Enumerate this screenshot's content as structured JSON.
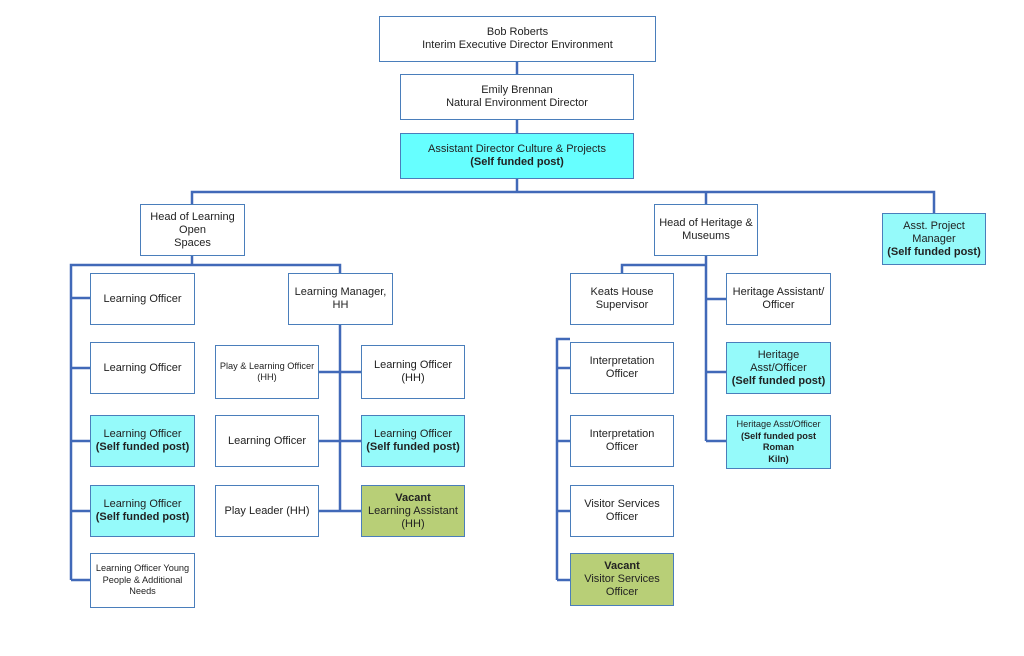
{
  "top": {
    "exec": {
      "name": "Bob Roberts",
      "title": "Interim Executive Director Environment"
    },
    "director": {
      "name": "Emily Brennan",
      "title": "Natural Environment Director"
    },
    "assistant_director": {
      "title": "Assistant Director Culture & Projects",
      "note": "(Self funded post)"
    }
  },
  "learning": {
    "head": {
      "line1": "Head of Learning Open",
      "line2": "Spaces"
    },
    "officers": [
      {
        "title": "Learning Officer"
      },
      {
        "title": "Learning Officer"
      },
      {
        "title": "Learning Officer",
        "note": "(Self funded post)"
      },
      {
        "title": "Learning Officer",
        "note": "(Self funded post)"
      },
      {
        "line1": "Learning Officer Young",
        "line2": "People & Additional",
        "line3": "Needs"
      }
    ],
    "manager": {
      "title": "Learning Manager, HH"
    },
    "left_col": [
      {
        "line1": "Play & Learning Officer",
        "line2": "(HH)"
      },
      {
        "title": "Learning Officer"
      },
      {
        "title": "Play Leader (HH)"
      }
    ],
    "right_col": [
      {
        "title": "Learning Officer (HH)"
      },
      {
        "title": "Learning Officer",
        "note": "(Self funded post)"
      },
      {
        "status": "Vacant",
        "title": "Learning Assistant",
        "extra": "(HH)"
      }
    ]
  },
  "heritage": {
    "head": {
      "line1": "Head of Heritage &",
      "line2": "Museums"
    },
    "keats": {
      "line1": "Keats House",
      "line2": "Supervisor"
    },
    "keats_staff": [
      {
        "title": "Interpretation Officer"
      },
      {
        "title": "Interpretation Officer"
      },
      {
        "title": "Visitor Services Officer"
      },
      {
        "status": "Vacant",
        "title": "Visitor Services Officer"
      }
    ],
    "assistants": [
      {
        "line1": "Heritage Assistant/",
        "line2": "Officer"
      },
      {
        "title": "Heritage Asst/Officer",
        "note": "(Self funded post)"
      },
      {
        "title": "Heritage Asst/Officer",
        "line2": "(Self funded post Roman",
        "line3": "Kiln)"
      }
    ]
  },
  "project_manager": {
    "title": "Asst. Project Manager",
    "note": "(Self funded post)"
  },
  "colors": {
    "connector": "#4169b8",
    "border": "#4a7ebb",
    "highlight": "#66ffff",
    "self_funded": "#95fafa",
    "vacant": "#b8cf77"
  }
}
